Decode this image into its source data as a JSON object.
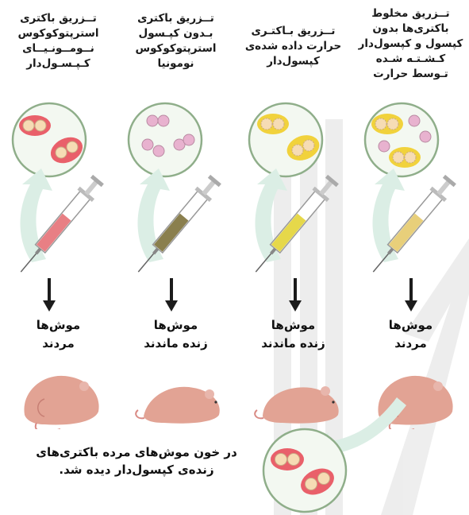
{
  "experiments": [
    {
      "title_lines": [
        "تــزریق باکتری",
        "استرپتوکوکوس",
        "نــومــونـیــای",
        "کـپـسـول‌دار"
      ],
      "syringe_fill": "#e87f84",
      "outcome_lines": [
        "موش‌ها",
        "مردند"
      ]
    },
    {
      "title_lines": [
        "تــزریق باکتری",
        "بـدون کپـسول",
        "استرپتوکوکوس",
        "نومونیا"
      ],
      "syringe_fill": "#8a7f4e",
      "outcome_lines": [
        "موش‌ها",
        "زنده ماندند"
      ]
    },
    {
      "title_lines": [
        "تــزریق بـاکتـری",
        "حرارت داده شده‌ی",
        "کپسول‌دار"
      ],
      "syringe_fill": "#e6d84a",
      "outcome_lines": [
        "موش‌ها",
        "زنده ماندند"
      ]
    },
    {
      "title_lines": [
        "تــزریق مخلوط",
        "باکتری‌ها بدون",
        "کپسول و کپسول‌دار",
        "کـشـتـه شـده",
        "تـوسط حرارت"
      ],
      "syringe_fill": "#e8cf7a",
      "outcome_lines": [
        "موش‌ها",
        "مردند"
      ]
    }
  ],
  "conclusion_lines": [
    "در خون موش‌های مرده باکتری‌های",
    "زنده‌ی کپسول‌دار دیده شد."
  ],
  "colors": {
    "capsule": "#e9606a",
    "heat_killed_capsule": "#f1d23c",
    "bacterium": "#f6dcb4",
    "uncapsulated": "#e8b2cf",
    "arrow_green": "#dbeee5",
    "mouse": "#e2a394"
  }
}
